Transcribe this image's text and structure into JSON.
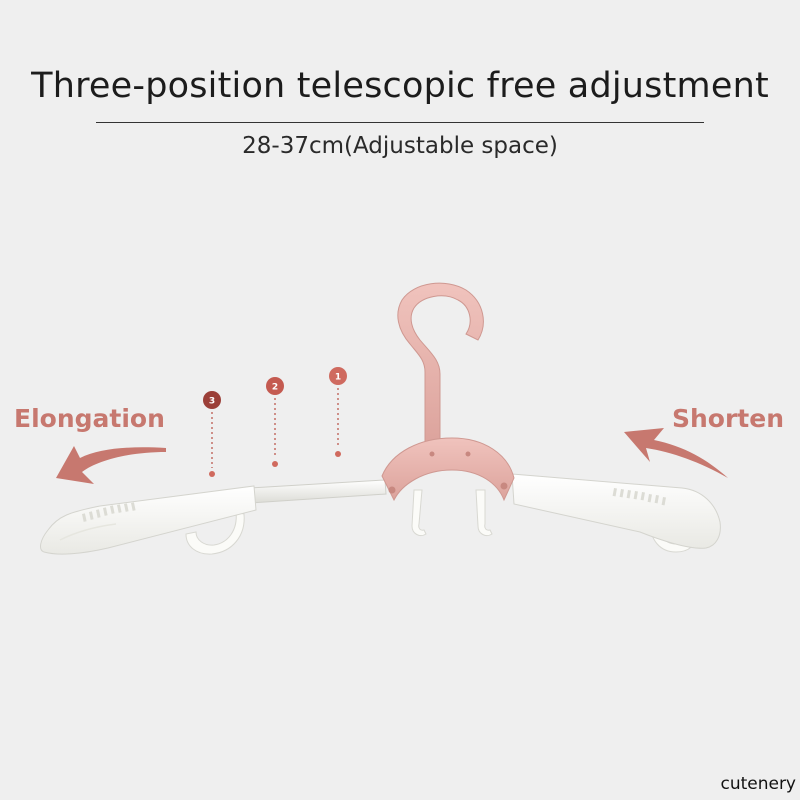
{
  "title": "Three-position telescopic free adjustment",
  "subtitle": "28-37cm(Adjustable space)",
  "labels": {
    "elongation": "Elongation",
    "shorten": "Shorten"
  },
  "positions": [
    "3",
    "2",
    "1"
  ],
  "brand": "cutenery",
  "colors": {
    "background": "#efefef",
    "accent": "#c7786f",
    "hook": "#e8b4ae",
    "hanger_body": "#fbfbf8"
  }
}
